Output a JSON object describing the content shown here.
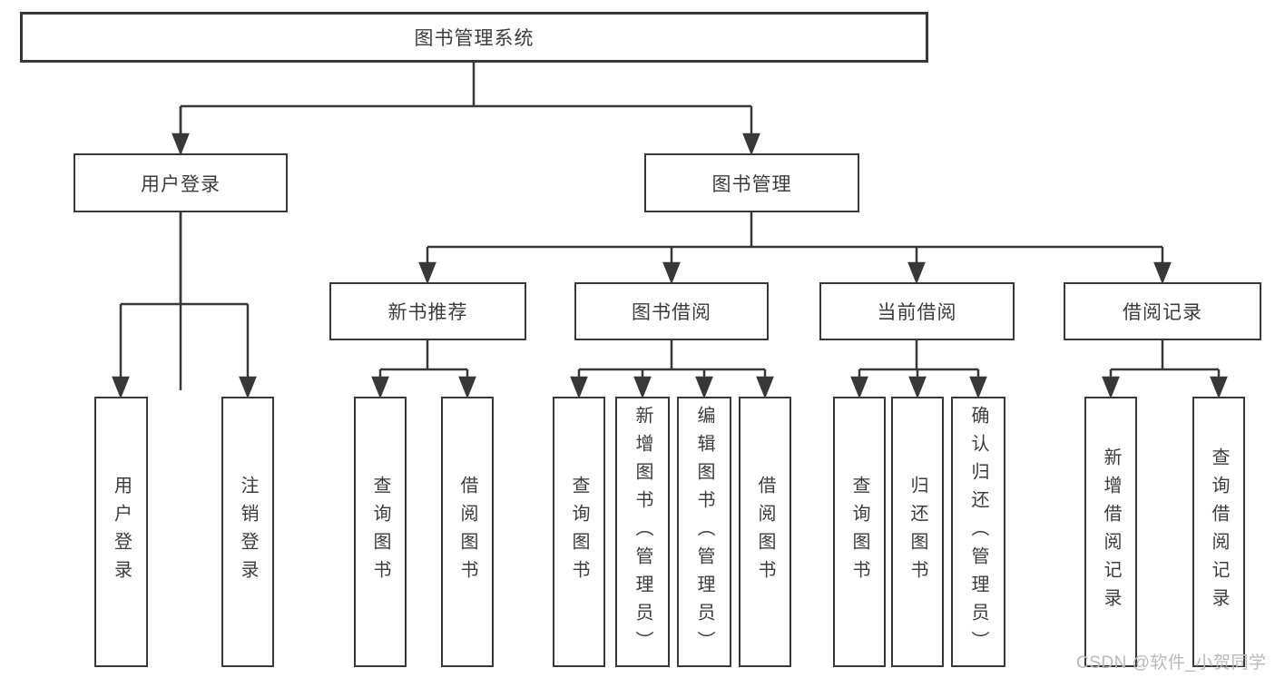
{
  "nodes": {
    "root": "图书管理系统",
    "level2": [
      "用户登录",
      "图书管理"
    ],
    "level3": [
      "新书推荐",
      "图书借阅",
      "当前借阅",
      "借阅记录"
    ],
    "leaves": [
      "用户登录",
      "注销登录",
      "查询图书",
      "借阅图书",
      "查询图书",
      "新增图书（管理员）",
      "编辑图书（管理员）",
      "借阅图书",
      "查询图书",
      "归还图书",
      "确认归还（管理员）",
      "新增借阅记录",
      "查询借阅记录"
    ]
  },
  "watermark": "CSDN @软件_小贺同学",
  "colors": {
    "line": "#383838",
    "text": "#3c3c3c",
    "watermark": "#b9b9b9",
    "background": "#ffffff"
  }
}
